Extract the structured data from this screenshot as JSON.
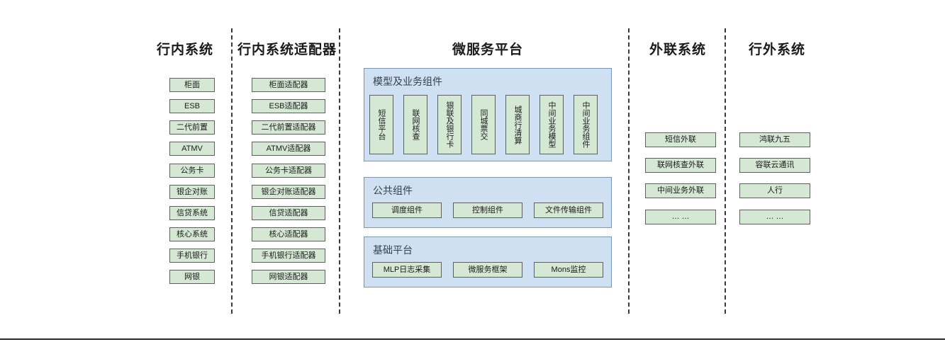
{
  "columns": [
    {
      "id": "bank-internal-systems",
      "title": "行内系统",
      "items": [
        "柜面",
        "ESB",
        "二代前置",
        "ATMV",
        "公务卡",
        "银企对账",
        "信贷系统",
        "核心系统",
        "手机银行",
        "网银"
      ]
    },
    {
      "id": "bank-internal-adapters",
      "title": "行内系统适配器",
      "items": [
        "柜面适配器",
        "ESB适配器",
        "二代前置适配器",
        "ATMV适配器",
        "公务卡适配器",
        "银企对账适配器",
        "信贷适配器",
        "核心适配器",
        "手机银行适配器",
        "网银适配器"
      ]
    },
    {
      "id": "external-liaison-systems",
      "title": "外联系统",
      "items": [
        "短信外联",
        "联网核查外联",
        "中间业务外联",
        "… …"
      ]
    },
    {
      "id": "outside-bank-systems",
      "title": "行外系统",
      "items": [
        "鸿联九五",
        "容联云通讯",
        "人行",
        "… …"
      ]
    }
  ],
  "platform": {
    "title": "微服务平台",
    "panels": [
      {
        "id": "model-and-business-components",
        "title": "模型及业务组件",
        "orientation": "vertical",
        "items": [
          "短信平台",
          "联网核查",
          "银联及银行卡",
          "同城票交",
          "城商行清算",
          "中间业务模型",
          "中间业务组件"
        ]
      },
      {
        "id": "public-components",
        "title": "公共组件",
        "orientation": "horizontal",
        "items": [
          "调度组件",
          "控制组件",
          "文件传输组件"
        ]
      },
      {
        "id": "base-platform",
        "title": "基础平台",
        "orientation": "horizontal",
        "items": [
          "MLP日志采集",
          "微服务框架",
          "Mons监控"
        ]
      }
    ]
  },
  "colors": {
    "node_fill": "#d5e8d4",
    "node_border": "#5e5e5e",
    "panel_fill": "#cfe0f3",
    "panel_border": "#7b96b5",
    "divider": "#3b3b3b",
    "text": "#1a1a1a"
  }
}
